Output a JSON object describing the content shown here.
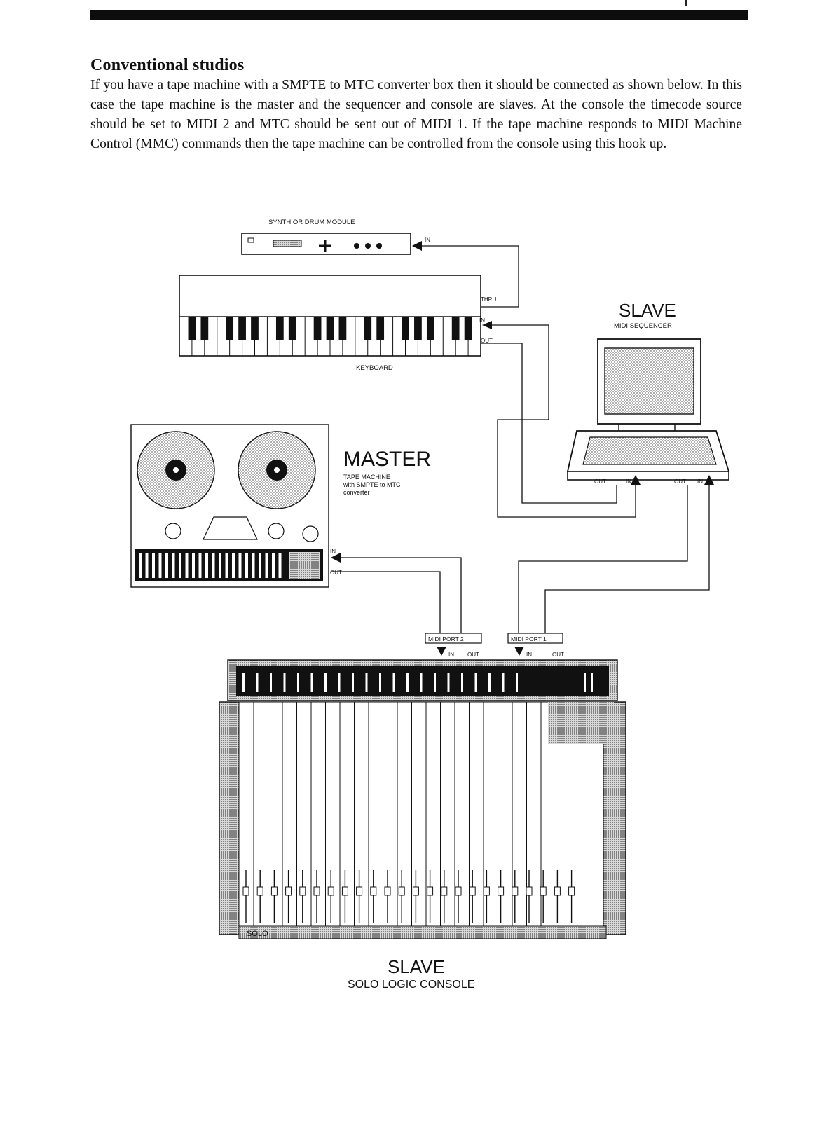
{
  "page": {
    "heading": "Conventional studios",
    "paragraph": "If you have a tape machine with a SMPTE to MTC converter box then it should be connected as shown below. In this case the tape machine is the master and the sequencer and console are slaves. At the console the timecode source should be set to MIDI 2 and MTC should be sent out of MIDI 1. If the tape machine responds to MIDI Machine Control (MMC) commands then the tape machine can be controlled from the console using this hook up."
  },
  "diagram": {
    "synth_label": "SYNTH OR DRUM MODULE",
    "synth_in": "IN",
    "keyboard_label": "KEYBOARD",
    "keyboard_thru": "THRU",
    "keyboard_in": "IN",
    "keyboard_out": "OUT",
    "sequencer_role": "SLAVE",
    "sequencer_label": "MIDI SEQUENCER",
    "seq_out_1": "OUT",
    "seq_in_1": "IN",
    "seq_out_2": "OUT",
    "seq_in_2": "IN",
    "tape_role": "MASTER",
    "tape_line1": "TAPE MACHINE",
    "tape_line2": "with SMPTE to MTC",
    "tape_line3": "converter",
    "tape_in": "IN",
    "tape_out": "OUT",
    "port2_label": "MIDI PORT 2",
    "port2_in": "IN",
    "port2_out": "OUT",
    "port1_label": "MIDI PORT 1",
    "port1_in": "IN",
    "port1_out": "OUT",
    "console_brand": "SOLO",
    "console_role": "SLAVE",
    "console_label": "SOLO LOGIC CONSOLE"
  }
}
